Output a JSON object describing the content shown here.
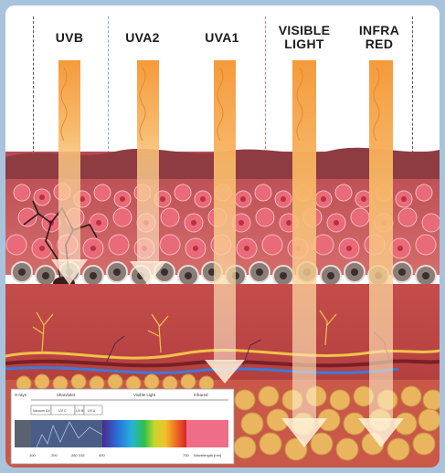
{
  "header": {
    "bands": [
      {
        "label": "UVB"
      },
      {
        "label": "UVA2"
      },
      {
        "label": "UVA1"
      },
      {
        "label": "VISIBLE\nLIGHT"
      },
      {
        "label": "INFRA\nRED"
      }
    ]
  },
  "spectrum": {
    "regions": [
      "X-rays",
      "Ultraviolet",
      "Visible Light",
      "Infrared"
    ],
    "sub_regions": [
      "Vacuum UV",
      "UV C",
      "UV B",
      "UV A"
    ],
    "ticks": [
      "100",
      "200",
      "280 315",
      "400",
      "700"
    ],
    "axis_label": "Wavelength (nm)"
  },
  "colors": {
    "uvb": "#f7a64a",
    "uva2": "#f7b15a",
    "uva1": "#f4b45f",
    "visible": "#f6b863",
    "infrared": "#f8bd6c",
    "skin_top": "#b24850",
    "dermis": "#c34a4a",
    "fat": "#e7b461"
  }
}
